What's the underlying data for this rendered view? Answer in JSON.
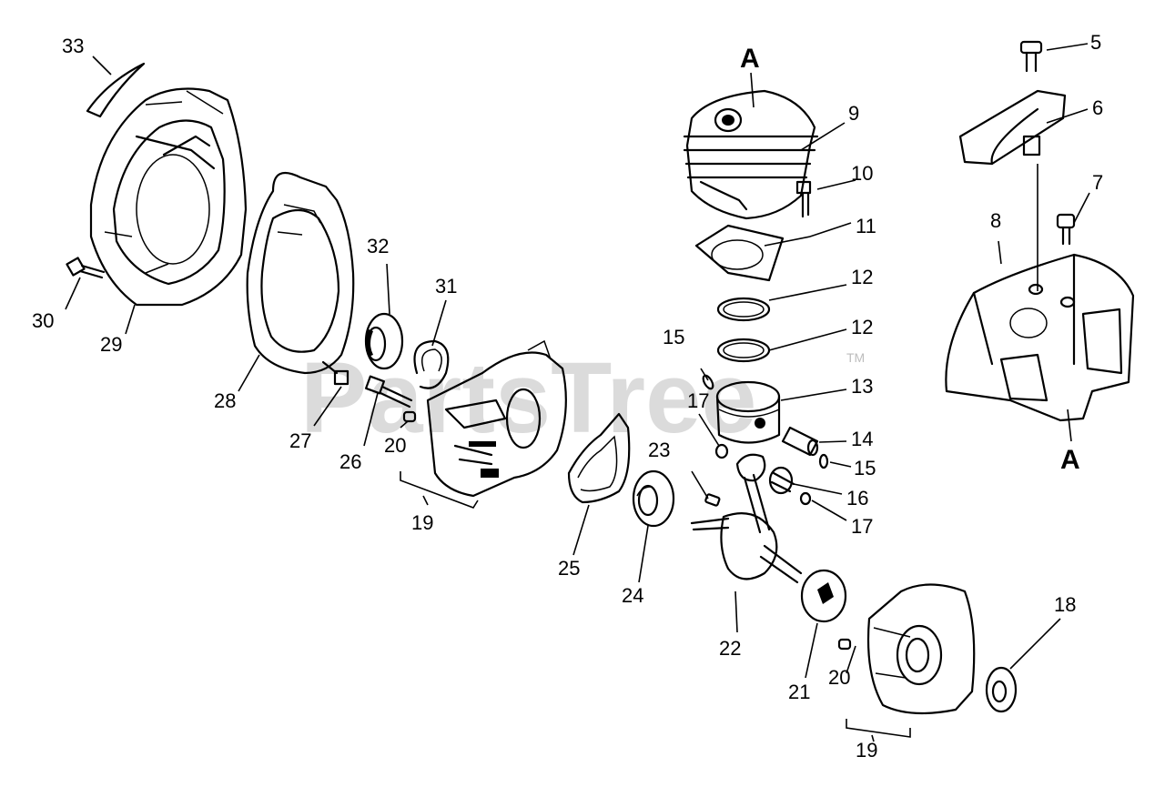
{
  "watermark": {
    "text": "PartsTree",
    "trademark": "TM"
  },
  "callouts": {
    "a_top": "A",
    "a_bottom": "A",
    "p5": "5",
    "p6": "6",
    "p7": "7",
    "p8": "8",
    "p9": "9",
    "p10": "10",
    "p11": "11",
    "p12a": "12",
    "p12b": "12",
    "p13": "13",
    "p14": "14",
    "p15a": "15",
    "p15b": "15",
    "p16": "16",
    "p17a": "17",
    "p17b": "17",
    "p18": "18",
    "p19a": "19",
    "p19b": "19",
    "p20a": "20",
    "p20b": "20",
    "p21": "21",
    "p22": "22",
    "p23": "23",
    "p24": "24",
    "p25": "25",
    "p26": "26",
    "p27": "27",
    "p28": "28",
    "p29": "29",
    "p30": "30",
    "p31": "31",
    "p32": "32",
    "p33": "33"
  }
}
